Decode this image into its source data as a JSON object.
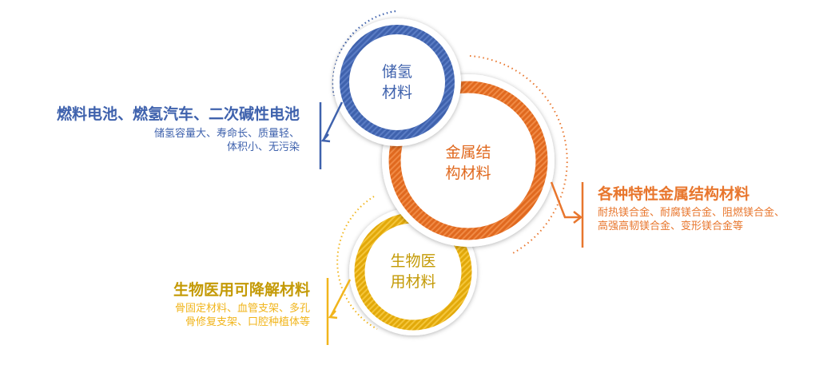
{
  "colors": {
    "blue": "#3f62ad",
    "orange": "#e8762d",
    "yellow": "#eab20f",
    "gold": "#c49a06"
  },
  "circles": {
    "hydrogen": {
      "line1": "储氢",
      "line2": "材料"
    },
    "structural": {
      "line1": "金属结",
      "line2": "构材料"
    },
    "biomedical": {
      "line1": "生物医",
      "line2": "用材料"
    }
  },
  "callouts": {
    "hydrogen": {
      "title": "燃料电池、燃氢汽车、二次碱性电池",
      "desc1": "储氢容量大、寿命长、质量轻、",
      "desc2": "体积小、无污染"
    },
    "structural": {
      "title": "各种特性金属结构材料",
      "desc1": "耐热镁合金、耐腐镁合金、阻燃镁合金、",
      "desc2": "高强高韧镁合金、变形镁合金等"
    },
    "biomedical": {
      "title": "生物医用可降解材料",
      "desc1": "骨固定材料、血管支架、多孔",
      "desc2": "骨修复支架、口腔种植体等"
    }
  }
}
